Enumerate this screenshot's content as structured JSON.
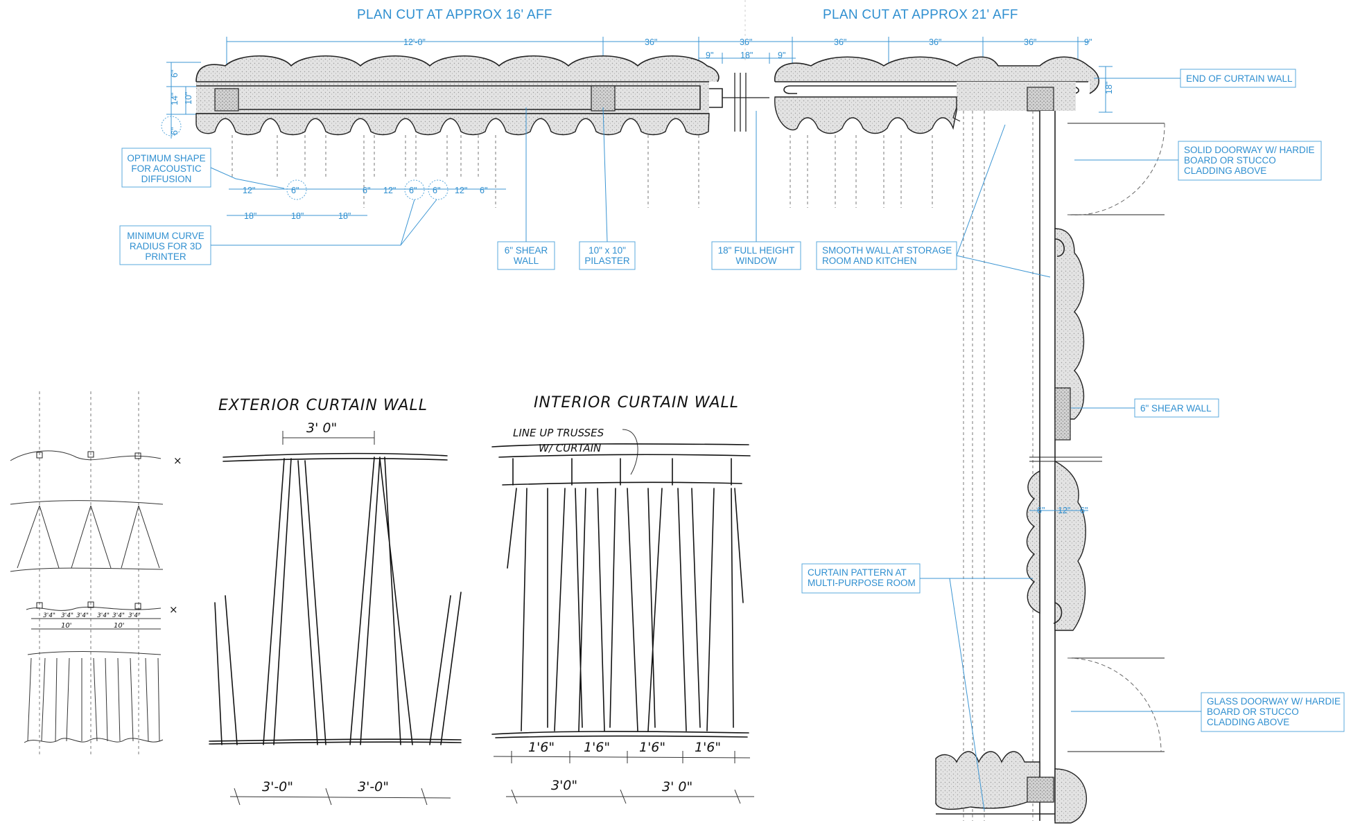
{
  "titles": {
    "plan_16": "PLAN CUT AT APPROX 16' AFF",
    "plan_21": "PLAN CUT AT APPROX 21' AFF"
  },
  "top_dims": {
    "d_12_0": "12'-0\"",
    "d_36_a": "36\"",
    "d_36_b": "36\"",
    "d_36_c": "36\"",
    "d_36_d": "36\"",
    "d_36_e": "36\"",
    "d_9_a": "9\"",
    "d_9_b": "9\"",
    "d_9_c": "9\"",
    "d_18": "18\""
  },
  "side_dims": {
    "d_6_top": "6\"",
    "d_14": "14\"",
    "d_10": "10\"",
    "d_6_bot": "6\"",
    "d_18_right": "18\""
  },
  "lower_dims": {
    "d_12_a": "12\"",
    "d_6_a": "6\"",
    "d_6_b": "6\"",
    "d_12_b": "12\"",
    "d_6_c": "6\"",
    "d_6_d": "6\"",
    "d_12_c": "12\"",
    "d_6_e": "6\"",
    "d_18_a": "18\"",
    "d_18_b": "18\"",
    "d_18_c": "18\""
  },
  "right_dims": {
    "d_6_l": "6\"",
    "d_12": "12\"",
    "d_6_r": "6\""
  },
  "labels": {
    "optimum": [
      "OPTIMUM SHAPE",
      "FOR ACOUSTIC",
      "DIFFUSION"
    ],
    "min_curve": [
      "MINIMUM CURVE",
      "RADIUS FOR 3D",
      "PRINTER"
    ],
    "shear_wall": [
      "6\" SHEAR",
      "WALL"
    ],
    "pilaster": [
      "10\" x 10\"",
      "PILASTER"
    ],
    "window": [
      "18\" FULL HEIGHT",
      "WINDOW"
    ],
    "smooth_wall": [
      "SMOOTH WALL AT STORAGE",
      "ROOM AND KITCHEN"
    ],
    "end_curtain": [
      "END OF CURTAIN WALL"
    ],
    "solid_door": [
      "SOLID DOORWAY W/ HARDIE",
      "BOARD OR STUCCO",
      "CLADDING ABOVE"
    ],
    "shear_wall_right": [
      "6\" SHEAR WALL"
    ],
    "curtain_pattern": [
      "CURTAIN PATTERN AT",
      "MULTI-PURPOSE ROOM"
    ],
    "glass_door": [
      "GLASS DOORWAY W/ HARDIE",
      "BOARD OR STUCCO",
      "CLADDING ABOVE"
    ]
  },
  "sketches": {
    "exterior_title": "EXTERIOR CURTAIN WALL",
    "interior_title": "INTERIOR CURTAIN WALL",
    "ext_top_dim": "3' 0\"",
    "ext_bot_dim_a": "3'-0\"",
    "ext_bot_dim_b": "3'-0\"",
    "int_note_1": "LINE UP TRUSSES",
    "int_note_2": "W/ CURTAIN",
    "int_dim_a": "1'6\"",
    "int_dim_b": "1'6\"",
    "int_dim_c": "1'6\"",
    "int_dim_d": "1'6\"",
    "int_bot_a": "3'0\"",
    "int_bot_b": "3' 0\"",
    "small_x_a": "×",
    "small_x_b": "×",
    "small_dims": [
      "3'4\"",
      "3'4\"",
      "3'4\"",
      "3'4\"",
      "3'4\"",
      "3'4\""
    ],
    "small_10_a": "10'",
    "small_10_b": "10'"
  },
  "colors": {
    "annotation_blue": "#2f8fd0",
    "sketch_ink": "#111111",
    "stipple_gray": "#cfcfcf"
  }
}
